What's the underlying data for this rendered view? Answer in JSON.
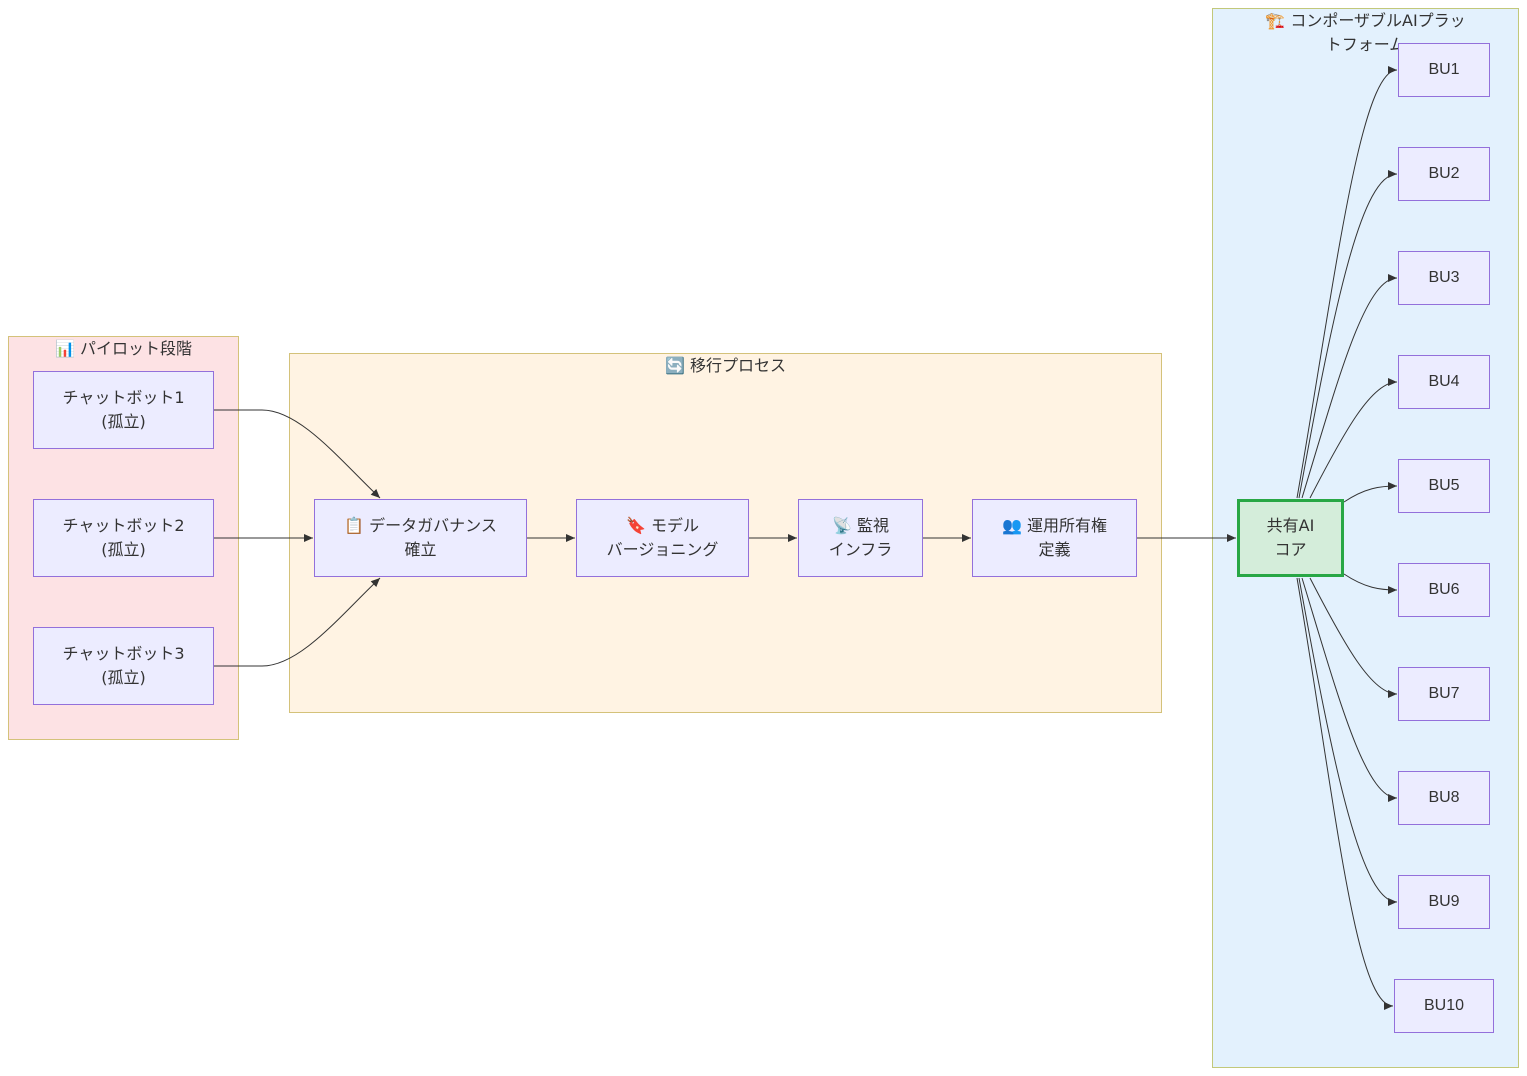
{
  "clusters": {
    "pilot": {
      "title": "📊 パイロット段階",
      "fill": "#fde2e4",
      "stroke": "#d4c27a"
    },
    "migration": {
      "title": "🔄 移行プロセス",
      "fill": "#fff3e3",
      "stroke": "#d4c27a"
    },
    "platform": {
      "title_line1": "🏗️ コンポーザブルAIプラッ",
      "title_line2": "トフォーム",
      "fill": "#e3f1fd",
      "stroke": "#c2c87a"
    }
  },
  "nodes": {
    "chatbot1": {
      "line1": "チャットボット1",
      "line2": "(孤立)"
    },
    "chatbot2": {
      "line1": "チャットボット2",
      "line2": "(孤立)"
    },
    "chatbot3": {
      "line1": "チャットボット3",
      "line2": "(孤立)"
    },
    "governance": {
      "line1": "📋 データガバナンス",
      "line2": "確立"
    },
    "versioning": {
      "line1": "🔖 モデル",
      "line2": "バージョニング"
    },
    "monitoring": {
      "line1": "📡 監視",
      "line2": "インフラ"
    },
    "ownership": {
      "line1": "👥 運用所有権",
      "line2": "定義"
    },
    "core": {
      "line1": "共有AI",
      "line2": "コア"
    },
    "bu": [
      "BU1",
      "BU2",
      "BU3",
      "BU4",
      "BU5",
      "BU6",
      "BU7",
      "BU8",
      "BU9",
      "BU10"
    ]
  },
  "colors": {
    "node_fill": "#ececff",
    "node_stroke": "#9370db",
    "core_fill": "#d4edda",
    "core_stroke": "#28a745",
    "edge": "#333333"
  }
}
